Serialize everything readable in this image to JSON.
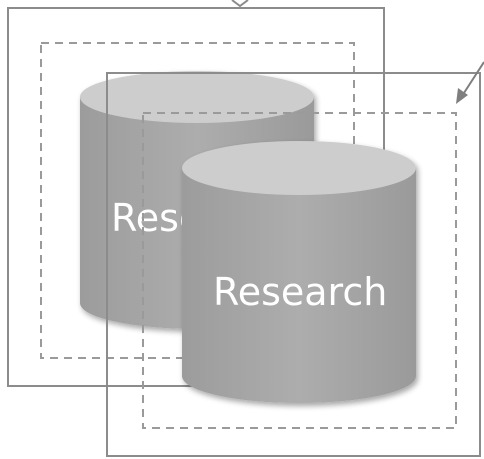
{
  "diagram": {
    "back_database": {
      "label": "Research"
    },
    "front_database": {
      "label": "Research"
    },
    "colors": {
      "frame": "#8c8c8c",
      "dashed_frame": "#9a9a9a",
      "cylinder_body": "#a6a6a6",
      "cylinder_top": "#cdcdcd",
      "label": "#ffffff"
    },
    "icons": [
      "arrow-pointer"
    ]
  }
}
